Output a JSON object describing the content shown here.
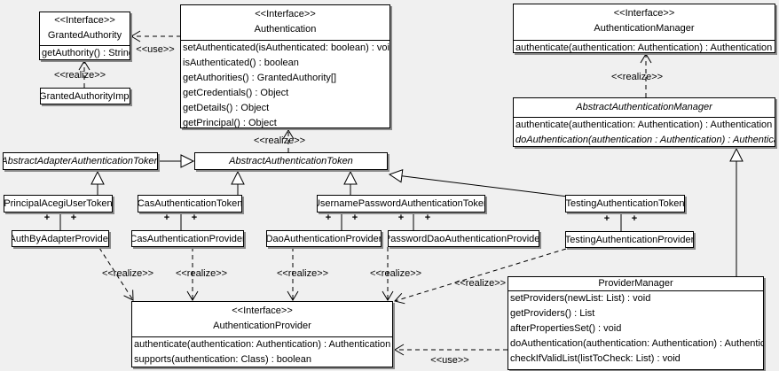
{
  "diagram": {
    "classes": [
      {
        "id": "granted-authority",
        "stereotype": "<<Interface>>",
        "name": "GrantedAuthority",
        "abstract": false,
        "methods": [
          "getAuthority() : String"
        ]
      },
      {
        "id": "granted-authority-impl",
        "name": "GrantedAuthorityImpl",
        "abstract": false,
        "methods": []
      },
      {
        "id": "authentication",
        "stereotype": "<<Interface>>",
        "name": "Authentication",
        "abstract": false,
        "methods": [
          "setAuthenticated(isAuthenticated: boolean) : void",
          "isAuthenticated() : boolean",
          "getAuthorities() : GrantedAuthority[]",
          "getCredentials() : Object",
          "getDetails() : Object",
          "getPrincipal() : Object"
        ]
      },
      {
        "id": "authentication-manager",
        "stereotype": "<<Interface>>",
        "name": "AuthenticationManager",
        "abstract": false,
        "methods": [
          "authenticate(authentication: Authentication) : Authentication"
        ]
      },
      {
        "id": "abstract-authentication-manager",
        "name": "AbstractAuthenticationManager",
        "abstract": true,
        "methods": [
          "authenticate(authentication: Authentication) : Authentication",
          "doAuthentication(authentication : Authentication) : Authentication"
        ]
      },
      {
        "id": "abstract-adapter-authentication-token",
        "name": "AbstractAdapterAuthenticationToken",
        "abstract": true,
        "methods": []
      },
      {
        "id": "abstract-authentication-token",
        "name": "AbstractAuthenticationToken",
        "abstract": true,
        "methods": []
      },
      {
        "id": "principal-acegi-user-token",
        "name": "PrincipalAcegiUserToken",
        "abstract": false,
        "methods": []
      },
      {
        "id": "cas-authentication-token",
        "name": "CasAuthenticationToken",
        "abstract": false,
        "methods": []
      },
      {
        "id": "username-password-authentication-token",
        "name": "UsernamePasswordAuthenticationToken",
        "abstract": false,
        "methods": []
      },
      {
        "id": "testing-authentication-token",
        "name": "TestingAuthenticationToken",
        "abstract": false,
        "methods": []
      },
      {
        "id": "auth-by-adapter-provider",
        "name": "AuthByAdapterProvider",
        "abstract": false,
        "methods": []
      },
      {
        "id": "cas-authentication-provider",
        "name": "CasAuthenticationProvider",
        "abstract": false,
        "methods": []
      },
      {
        "id": "dao-authentication-provider",
        "name": "DaoAuthenticationProvider",
        "abstract": false,
        "methods": []
      },
      {
        "id": "password-dao-authentication-provider",
        "name": "PasswordDaoAuthenticationProvider",
        "abstract": false,
        "methods": []
      },
      {
        "id": "testing-authentication-provider",
        "name": "TestingAuthenticationProvider",
        "abstract": false,
        "methods": []
      },
      {
        "id": "authentication-provider",
        "stereotype": "<<Interface>>",
        "name": "AuthenticationProvider",
        "abstract": false,
        "methods": [
          "authenticate(authentication: Authentication) : Authentication",
          "supports(authentication: Class) : boolean"
        ]
      },
      {
        "id": "provider-manager",
        "name": "ProviderManager",
        "abstract": false,
        "methods": [
          "setProviders(newList: List) : void",
          "getProviders() : List",
          "afterPropertiesSet() : void",
          "doAuthentication(authentication: Authentication) : Authentication",
          "checkIfValidList(listToCheck: List) : void"
        ]
      }
    ],
    "labels": {
      "use": "<<use>>",
      "realize": "<<realize>>",
      "plus": "+"
    },
    "colors": {
      "background": "#f0f0f0",
      "box_fill": "#ffffff",
      "line": "#000000",
      "shadow": "#8a8a8a"
    }
  }
}
